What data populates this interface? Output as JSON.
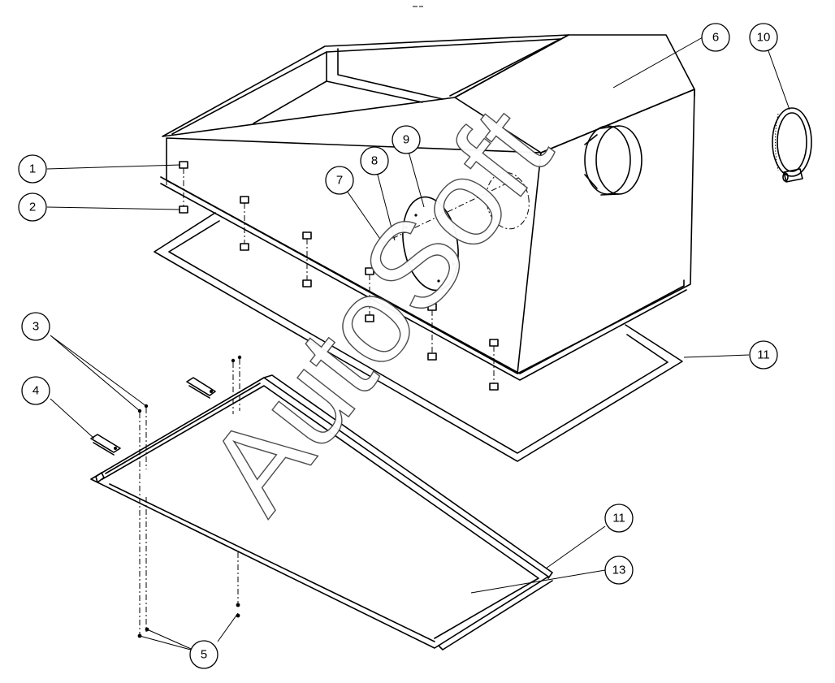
{
  "watermark": "AutoSoft",
  "callouts": [
    {
      "id": "c1",
      "label": "1"
    },
    {
      "id": "c2",
      "label": "2"
    },
    {
      "id": "c3",
      "label": "3"
    },
    {
      "id": "c4",
      "label": "4"
    },
    {
      "id": "c5",
      "label": "5"
    },
    {
      "id": "c6",
      "label": "6"
    },
    {
      "id": "c7",
      "label": "7"
    },
    {
      "id": "c8",
      "label": "8"
    },
    {
      "id": "c9",
      "label": "9"
    },
    {
      "id": "c10",
      "label": "10"
    },
    {
      "id": "c11a",
      "label": "11"
    },
    {
      "id": "c11b",
      "label": "11"
    },
    {
      "id": "c13",
      "label": "13"
    }
  ]
}
